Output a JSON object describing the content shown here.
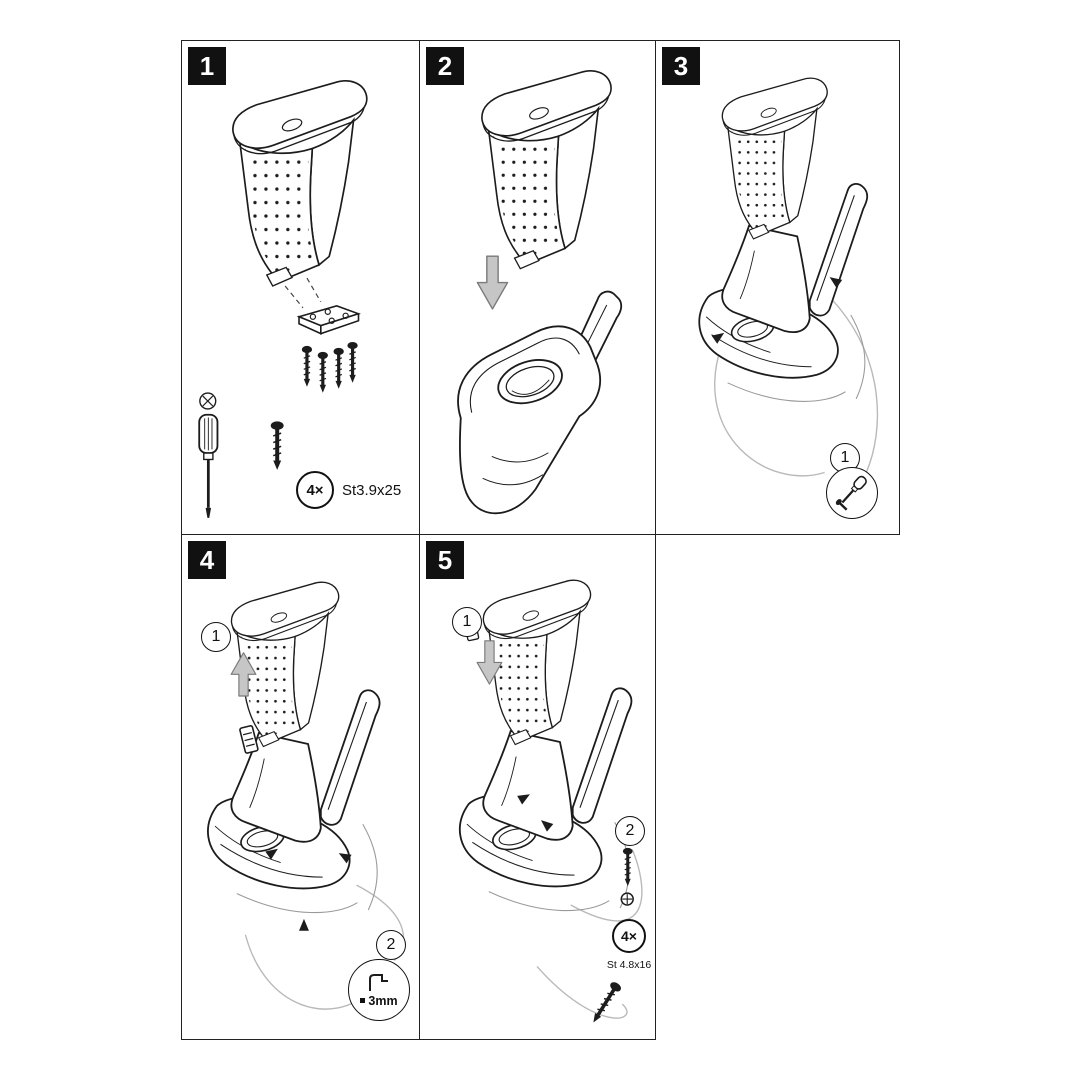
{
  "colors": {
    "ink": "#1c1c1c",
    "panel_border": "#222222",
    "arrow_fill": "#c6c6c6",
    "arrow_stroke": "#7a7a7a",
    "leader_line": "#b9b9b9",
    "badge_bg": "#111111",
    "badge_text": "#ffffff"
  },
  "diagram": {
    "panels": [
      {
        "number": "1",
        "parts": {
          "screw_qty": "4×",
          "screw_spec": "St3.9x25"
        }
      },
      {
        "number": "2"
      },
      {
        "number": "3",
        "callouts": {
          "c1": "1"
        }
      },
      {
        "number": "4",
        "callouts": {
          "c1": "1",
          "c2": "2"
        },
        "parts": {
          "clip_gap": "3mm"
        }
      },
      {
        "number": "5",
        "callouts": {
          "c1": "1",
          "c2": "2"
        },
        "parts": {
          "screw_qty": "4×",
          "screw_spec": "St 4.8x16"
        }
      }
    ]
  }
}
